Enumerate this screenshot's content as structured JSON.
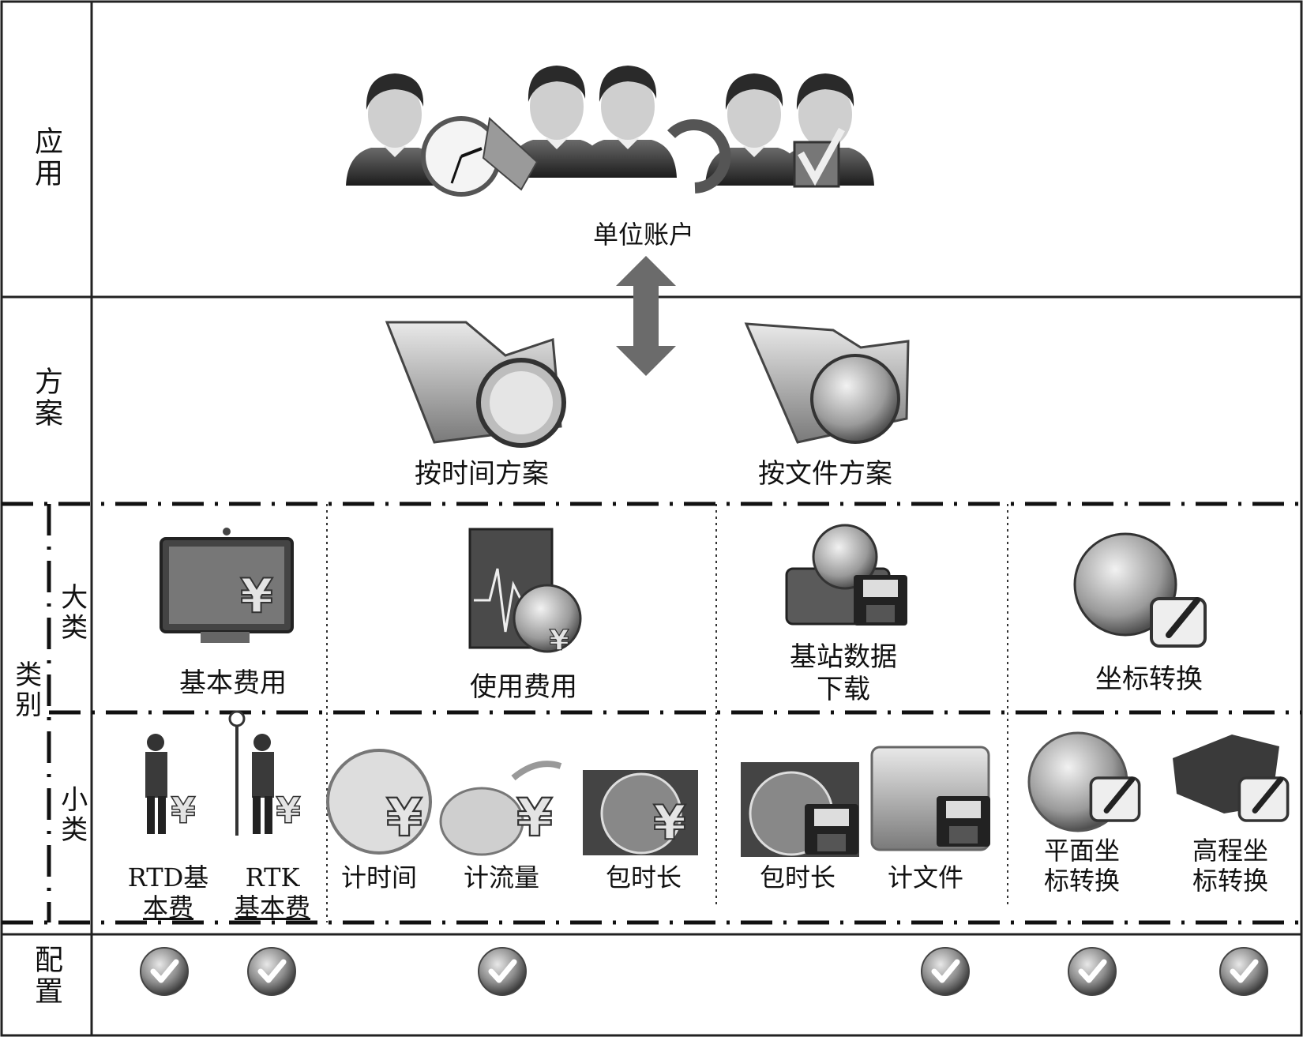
{
  "rows": {
    "application": "应用",
    "scheme": "方案",
    "category": "类别",
    "category_major": "大类",
    "category_minor": "小类",
    "config": "配置"
  },
  "application": {
    "account_label": "单位账户"
  },
  "schemes": {
    "by_time": "按时间方案",
    "by_file": "按文件方案"
  },
  "major_categories": {
    "basic_fee": "基本费用",
    "usage_fee": "使用费用",
    "station_download_1": "基站数据",
    "station_download_2": "下载",
    "coord_transform": "坐标转换"
  },
  "minor_categories": {
    "rtd_1": "RTD基",
    "rtd_2": "本费",
    "rtk_1": "RTK",
    "rtk_2": "基本费",
    "timing": "计时间",
    "traffic": "计流量",
    "duration_a": "包时长",
    "duration_b": "包时长",
    "per_file": "计文件",
    "plane_1": "平面坐",
    "plane_2": "标转换",
    "height_1": "高程坐",
    "height_2": "标转换"
  },
  "colors": {
    "border": "#222222",
    "icon_dark": "#3a3a3a",
    "icon_mid": "#8a8a8a",
    "icon_light": "#d6d6d6",
    "arrow": "#6b6b6b"
  }
}
